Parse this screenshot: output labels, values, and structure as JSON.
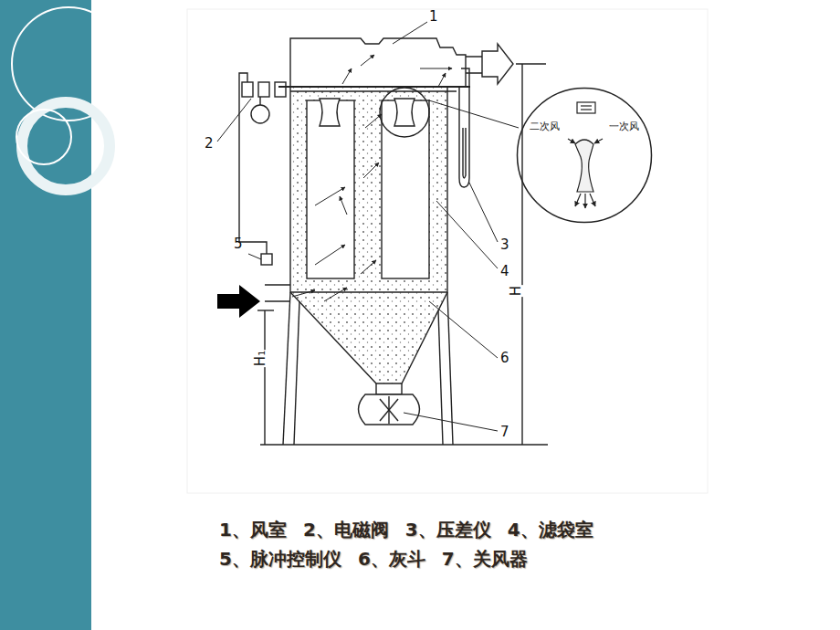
{
  "diagram": {
    "nodes": [
      {
        "text": [
          "二次风",
          "一次风"
        ]
      }
    ],
    "labels": [
      "1",
      "2",
      "3",
      "4",
      "5",
      "6",
      "7",
      "H",
      "H₁",
      "1、风室",
      "2、电磁阀",
      "3、压差仪",
      "4、滤袋室",
      "5、脉冲控制仪",
      "6、灰斗",
      "7、关风器"
    ]
  }
}
